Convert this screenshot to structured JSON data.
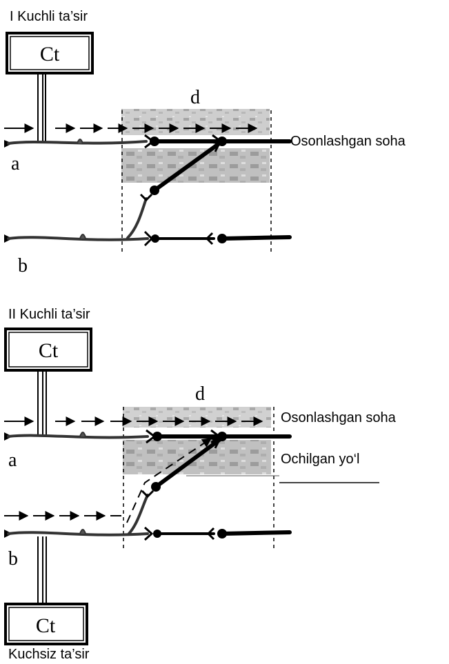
{
  "panel1": {
    "title": "I Kuchli ta’sir",
    "stimulator_label": "Ct",
    "zone_label": "d",
    "facilitated_label": "Osonlashgan soha",
    "neuron_a": "a",
    "neuron_b": "b"
  },
  "panel2": {
    "title": "II Kuchli ta’sir",
    "stimulator_top_label": "Ct",
    "zone_label": "d",
    "facilitated_label": "Osonlashgan soha",
    "opened_path_label": "Ochilgan yo‘l",
    "neuron_a": "a",
    "neuron_b": "b",
    "stimulator_bottom_label": "Ct",
    "weak_label": "Kuchsiz ta’sir"
  }
}
